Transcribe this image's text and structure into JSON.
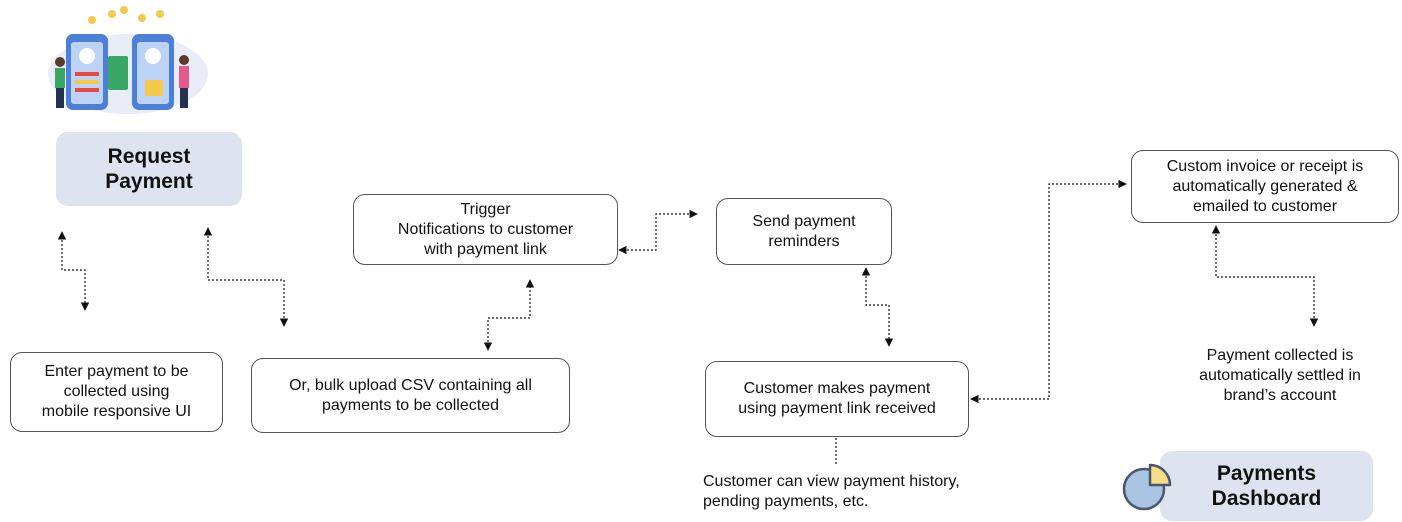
{
  "request": {
    "label": "Request\nPayment"
  },
  "dashboard": {
    "label": "Payments\nDashboard"
  },
  "nodes": {
    "enter_payment": "Enter payment to be\ncollected using\nmobile responsive UI",
    "bulk_upload": "Or, bulk upload CSV containing all\npayments to be collected",
    "trigger": "Trigger\nNotifications to customer\nwith payment link",
    "reminders": "Send payment\nreminders",
    "customer_pays": "Customer makes payment\nusing payment link received",
    "invoice": "Custom invoice or receipt  is\nautomatically generated &\nemailed to customer"
  },
  "notes": {
    "history": "Customer can view payment history,\npending payments, etc.",
    "settled": "Payment collected is\nautomatically settled in\nbrand’s account"
  },
  "icons": {
    "illustration": "mobile-payment-illustration",
    "dashboard": "pie-chart-icon"
  },
  "colors": {
    "pill_bg": "#dde3ef",
    "pie_blue": "#a9c3e2",
    "pie_yellow": "#f8dc86"
  }
}
